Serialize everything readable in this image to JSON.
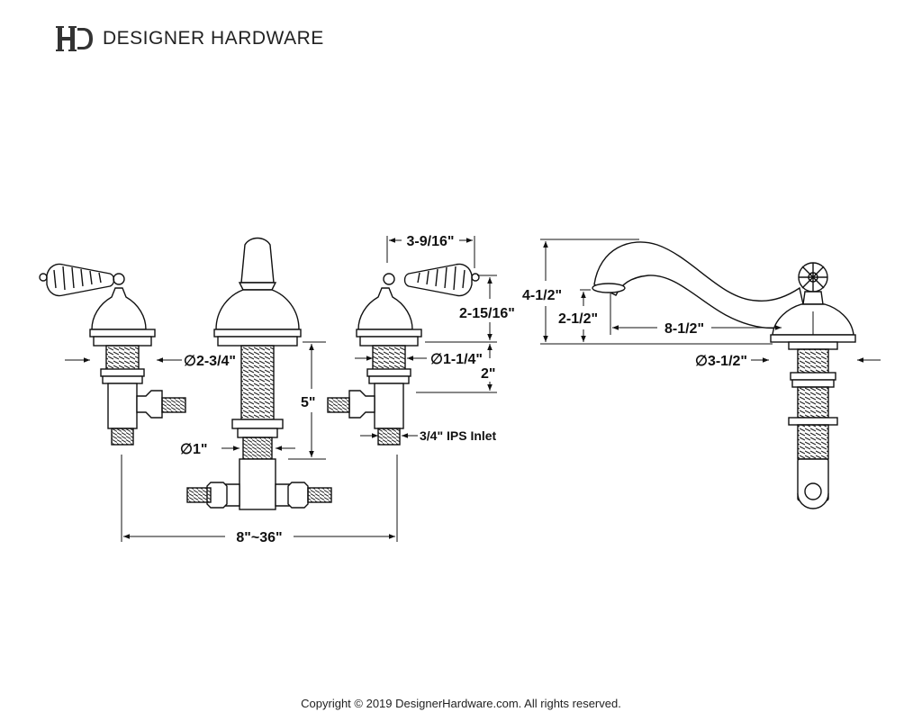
{
  "brand": {
    "name": "DESIGNER HARDWARE",
    "logo": "logo-mark-dh"
  },
  "dimensions": {
    "spread": "8\"~36\"",
    "handle_flange_dia": "∅2-3/4\"",
    "spout_height": "5\"",
    "shank_dia": "∅1\"",
    "handle_width": "3-9/16\"",
    "handle_height": "2-15/16\"",
    "handle_shank_dia": "∅1-1/4\"",
    "handle_shank_len": "2\"",
    "inlet": "3/4\" IPS Inlet",
    "spout_overall_height": "4-1/2\"",
    "spout_outlet_height": "2-1/2\"",
    "spout_reach": "8-1/2\"",
    "spout_base_dia": "∅3-1/2\""
  },
  "footer": {
    "copyright": "Copyright © 2019 DesignerHardware.com. All rights reserved."
  }
}
